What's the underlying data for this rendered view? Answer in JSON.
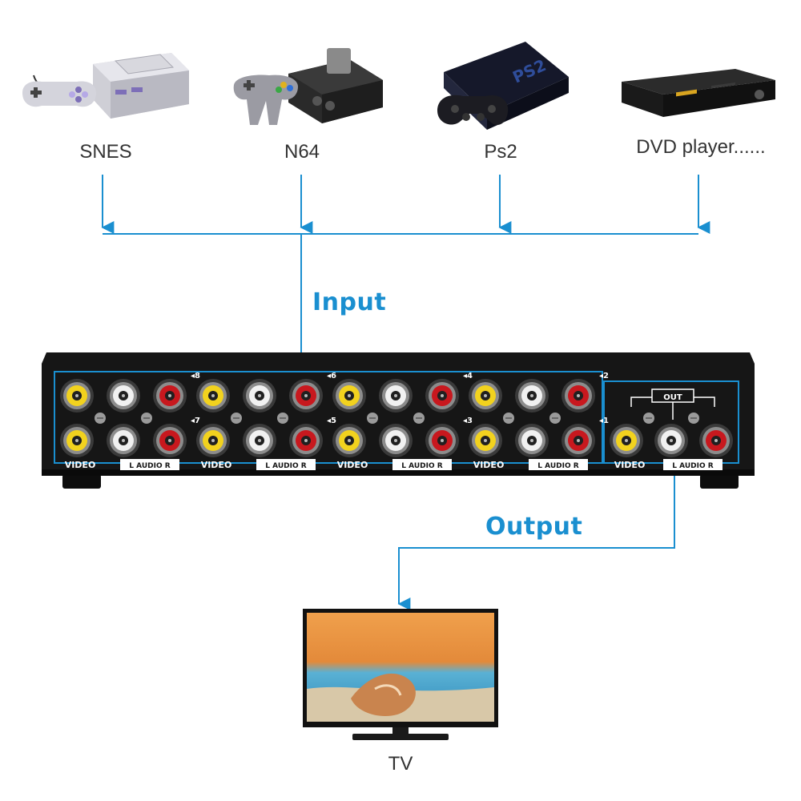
{
  "colors": {
    "flow_line": "#1a8fd0",
    "switch_body": "#161616",
    "jack_video": "#f2d21e",
    "jack_audio_left": "#f1f1f1",
    "jack_audio_right": "#c8181e",
    "panel_text": "#ffffff"
  },
  "sources": [
    {
      "label": "SNES",
      "icon": "snes-console-icon"
    },
    {
      "label": "N64",
      "icon": "n64-console-icon"
    },
    {
      "label": "Ps2",
      "icon": "ps2-console-icon"
    },
    {
      "label": "DVD player......",
      "icon": "dvd-player-icon"
    }
  ],
  "flow": {
    "input_label": "Input",
    "output_label": "Output"
  },
  "switch": {
    "input_numbers": [
      "8",
      "7",
      "6",
      "5",
      "4",
      "3",
      "2",
      "1"
    ],
    "video_label": "VIDEO",
    "audio_label": "L AUDIO R",
    "out_label": "OUT"
  },
  "output_device": {
    "label": "TV",
    "icon": "tv-icon"
  }
}
